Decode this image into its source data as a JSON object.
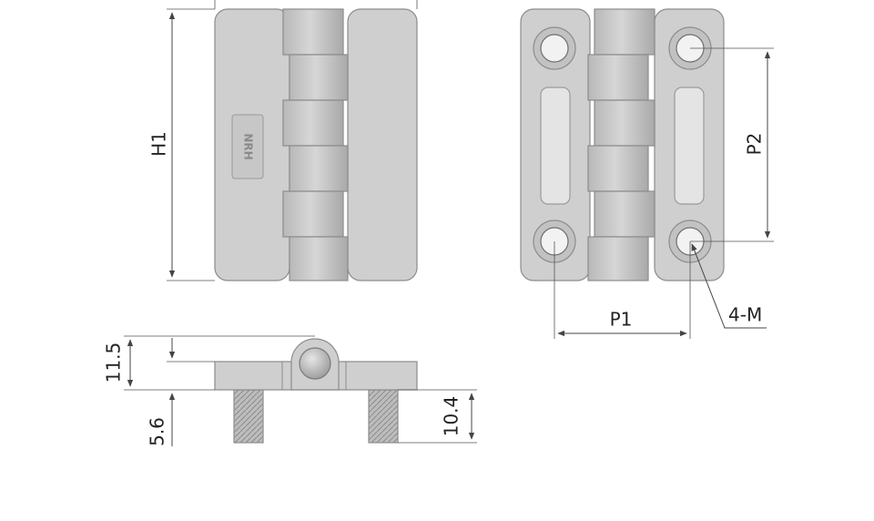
{
  "labels": {
    "h1": "H1",
    "p2": "P2",
    "p1": "P1",
    "m": "4-M",
    "d115": "11.5",
    "d56": "5.6",
    "d104": "10.4",
    "logo": "NRH"
  },
  "colors": {
    "plate": "#cfcfcf",
    "plate_dark": "#b9b9b9",
    "outline": "#8c8c8c",
    "line": "#555555",
    "hole": "#f2f2f2"
  }
}
